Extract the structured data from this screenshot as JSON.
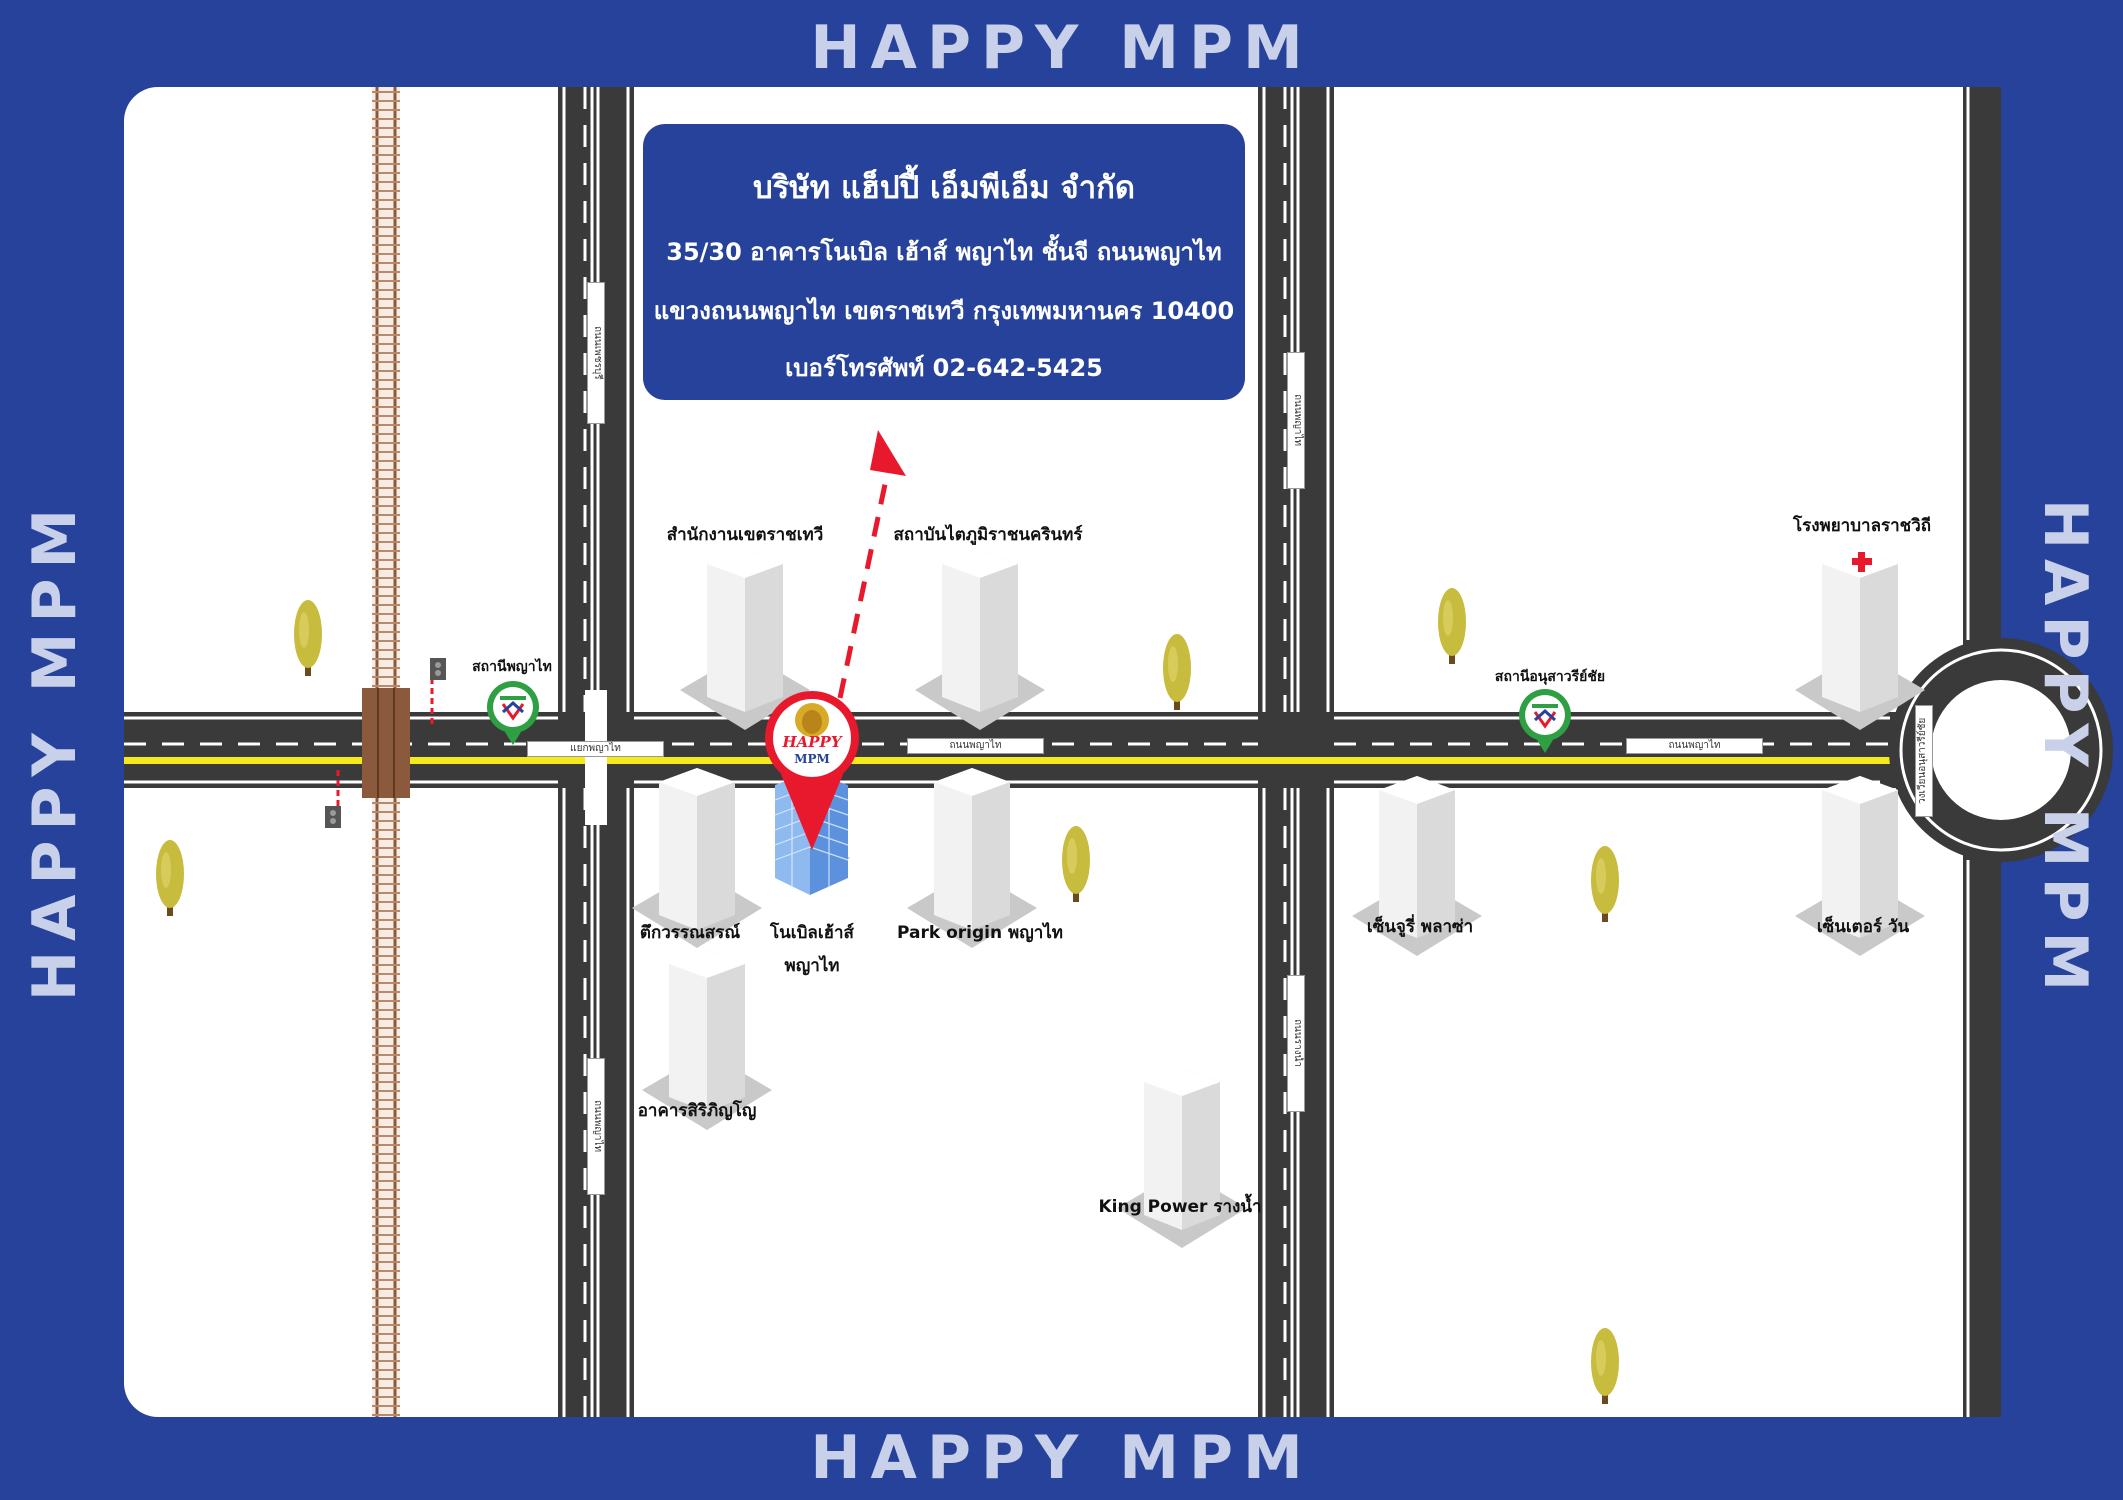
{
  "brand": {
    "text": "HAPPY MPM"
  },
  "info": {
    "company": "บริษัท แฮ็ปปี้ เอ็มพีเอ็ม จำกัด",
    "address_line1": "35/30 อาคารโนเบิล เฮ้าส์ พญาไท ชั้นจี ถนนพญาไท",
    "address_line2": "แขวงถนนพญาไท เขตราชเทวี กรุงเทพมหานคร 10400",
    "phone_line": "เบอร์โทรศัพท์ 02-642-5425"
  },
  "landmarks": {
    "ratchathewi_office": "สำนักงานเขตราชเทวี",
    "institute": "สถาบันไตภูมิราชนครินทร์",
    "rajavithi_hospital": "โรงพยาบาลราชวิถี",
    "bts_phaya_thai": "สถานีพญาไท",
    "bts_victory_monument": "สถานีอนุสาวรีย์ชัย",
    "tuk_wanasorn_line1": "ตึกวรรณสรณ์",
    "noble_house_line1": "โนเบิลเฮ้าส์",
    "noble_house_line2": "พญาไท",
    "park_origin": "Park origin พญาไท",
    "century_plaza": "เซ็นจูรี่ พลาซ่า",
    "center_one": "เซ็นเตอร์ วัน",
    "siri_building": "อาคารสิริภิญโญ",
    "king_power": "King Power รางน้ำ"
  },
  "roads": {
    "phetchaburi_soi": "ถนนเพชรบุรี",
    "intersection": "แยกพญาไท",
    "phaya_thai_1": "ถนนพญาไท",
    "phaya_thai_2": "ถนนพญาไท",
    "rangnam": "ถนนรางน้ำ",
    "rajavithi_road": "ถนนพญาไท",
    "si_ayutthaya": "ถนนพญาไท",
    "phaya_thai_3": "ถนนพญาไท",
    "victory_circle": "วงเวียนอนุสาวรีย์ชัย"
  },
  "marker": {
    "logo_line1": "HAPPY",
    "logo_line2": "MPM"
  },
  "colors": {
    "frame_blue": "#26429a",
    "brand_text": "#c9d0ea",
    "road": "#333333",
    "center_line": "#f4ea1b",
    "marker_red": "#e8192c",
    "bts_green": "#2ea043",
    "tree": "#c8bc3e",
    "railway": "#8b5a3c"
  },
  "icons": [
    "bts-station-icon",
    "location-pin-icon",
    "hospital-cross-icon",
    "traffic-light-icon",
    "tree-icon",
    "building-icon",
    "direction-arrow-icon"
  ]
}
